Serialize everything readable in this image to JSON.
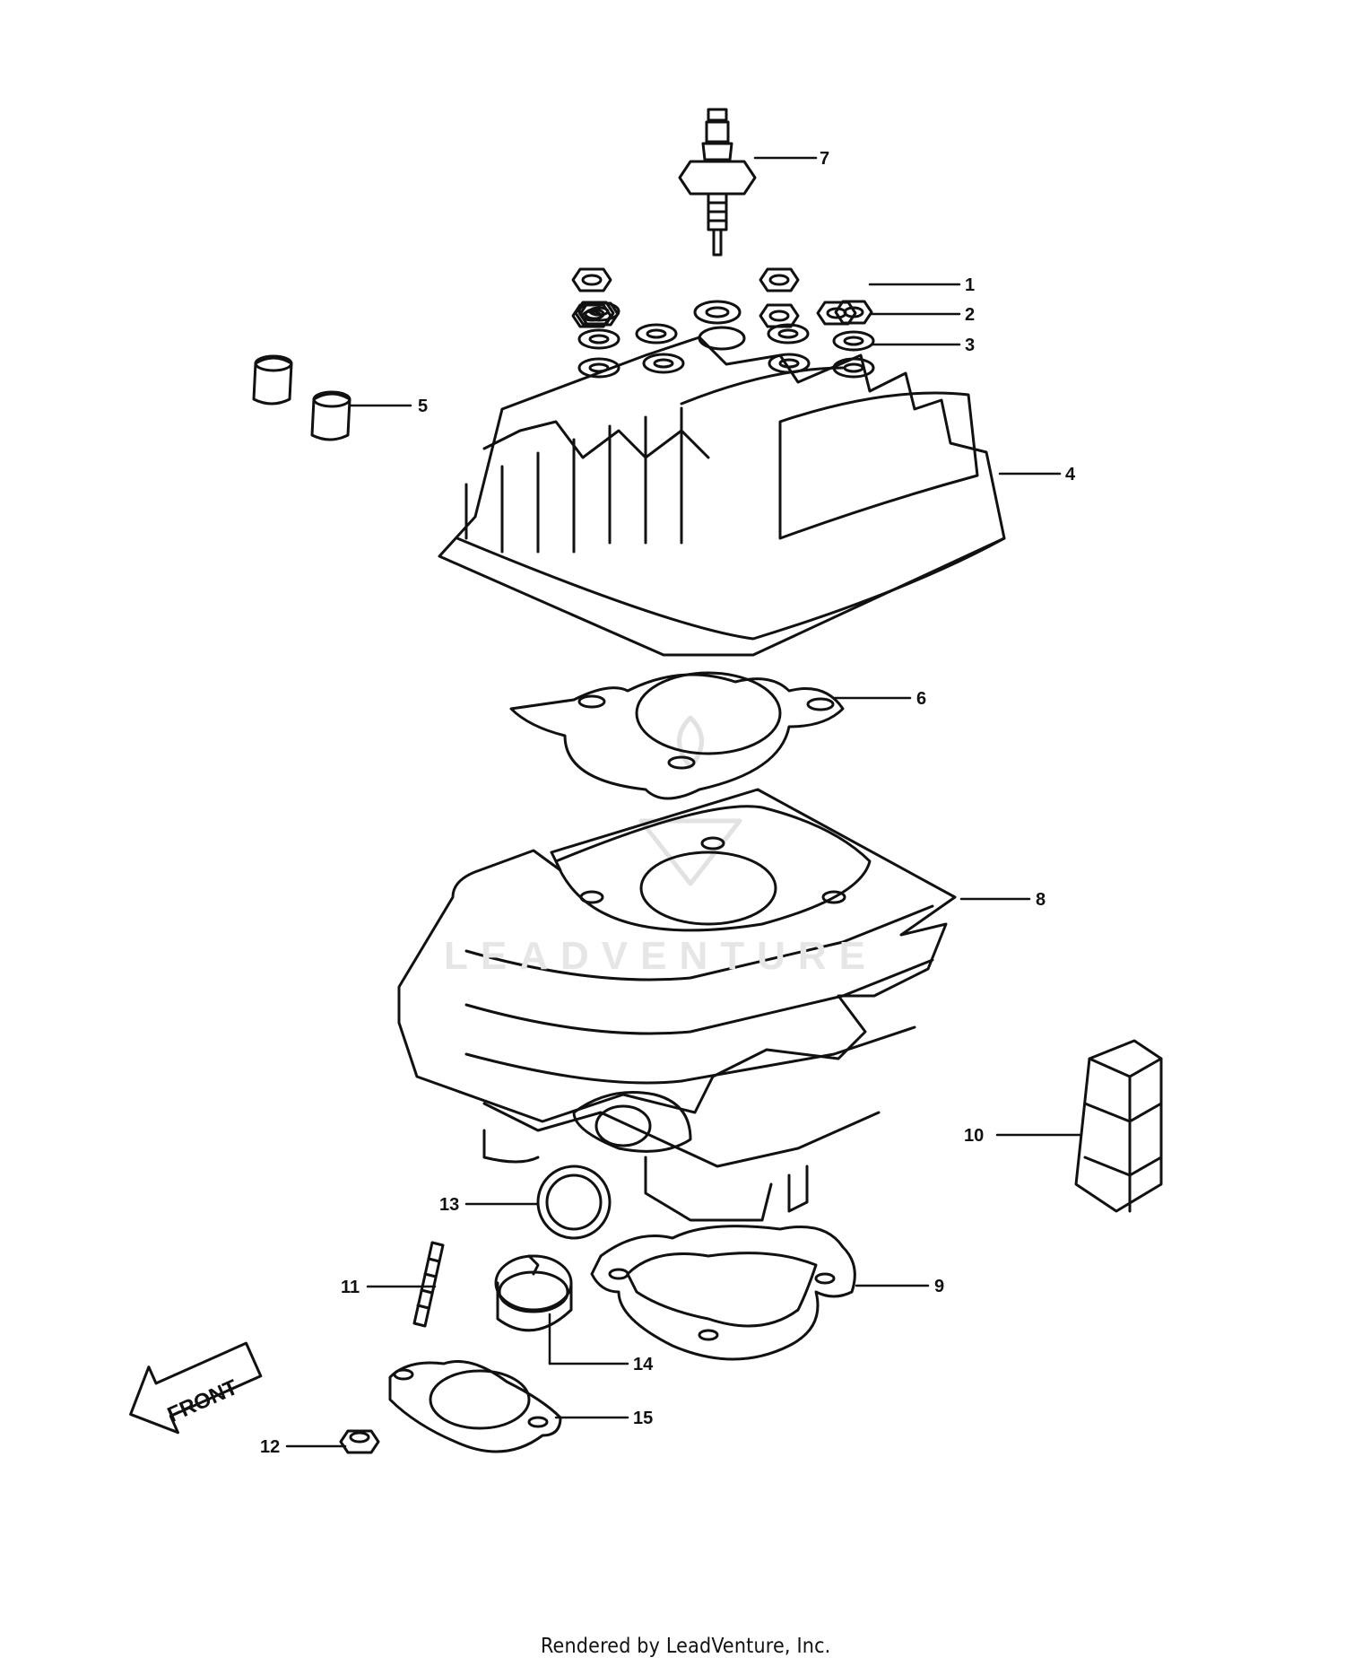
{
  "diagram": {
    "callouts": [
      {
        "id": "1",
        "text": "1"
      },
      {
        "id": "2",
        "text": "2"
      },
      {
        "id": "3",
        "text": "3"
      },
      {
        "id": "4",
        "text": "4"
      },
      {
        "id": "5",
        "text": "5"
      },
      {
        "id": "6",
        "text": "6"
      },
      {
        "id": "7",
        "text": "7"
      },
      {
        "id": "8",
        "text": "8"
      },
      {
        "id": "9",
        "text": "9"
      },
      {
        "id": "10",
        "text": "10"
      },
      {
        "id": "11",
        "text": "11"
      },
      {
        "id": "12",
        "text": "12"
      },
      {
        "id": "13",
        "text": "13"
      },
      {
        "id": "14",
        "text": "14"
      },
      {
        "id": "15",
        "text": "15"
      }
    ],
    "front_arrow_label": "FRONT",
    "watermark_text": "LEADVENTURE"
  },
  "footer": {
    "text": "Rendered by LeadVenture, Inc."
  },
  "colors": {
    "line": "#111111",
    "watermark": "#e6e6e6"
  }
}
